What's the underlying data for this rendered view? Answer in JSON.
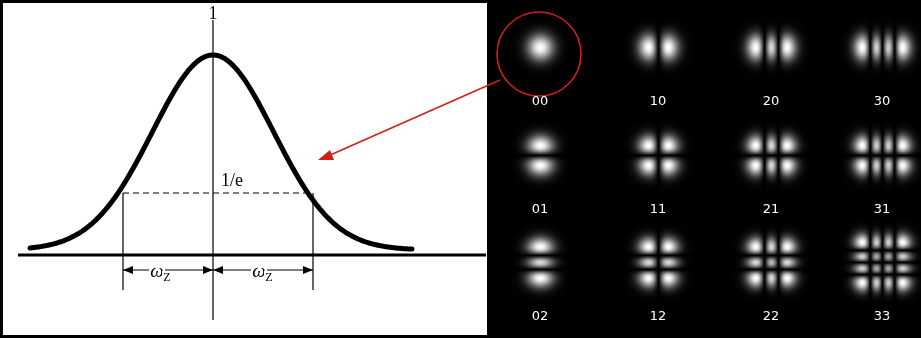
{
  "diagram": {
    "labels": [
      "1",
      "1/e",
      "ω",
      "Z",
      "ω",
      "Z",
      "00",
      "10",
      "20",
      "30",
      "01",
      "11",
      "21",
      "31",
      "02",
      "12",
      "22",
      "33"
    ]
  }
}
